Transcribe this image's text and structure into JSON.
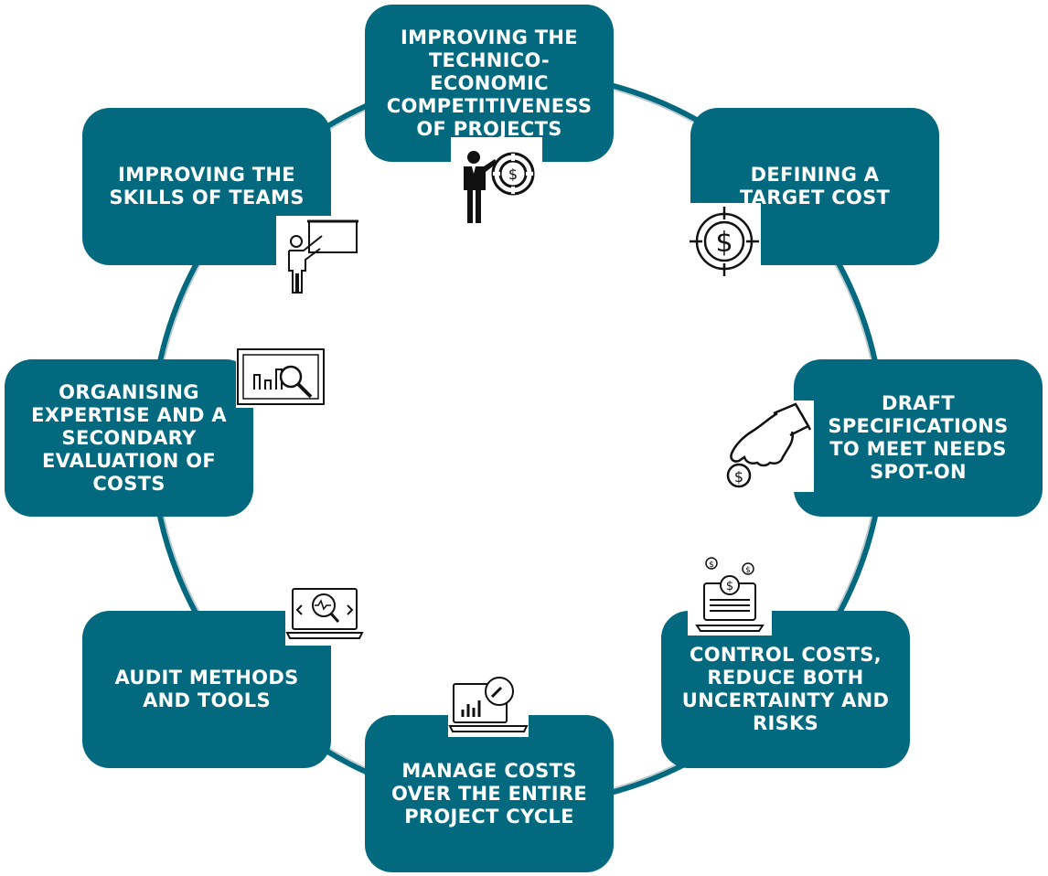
{
  "accent_color": "#02697f",
  "ring_color": "#02697f",
  "steps": [
    {
      "text": "IMPROVING THE\nTECHNICO-\nECONOMIC\nCOMPETITIVENESS\nOF PROJECTS",
      "icon": "presenter-chart-icon"
    },
    {
      "text": "DEFINING A\nTARGET COST",
      "icon": "dollar-target-icon"
    },
    {
      "text": "DRAFT\nSPECIFICATIONS\nTO MEET NEEDS\nSPOT-ON",
      "icon": "hand-coin-icon"
    },
    {
      "text": "CONTROL COSTS,\nREDUCE BOTH\nUNCERTAINTY AND\nRISKS",
      "icon": "laptop-money-icon"
    },
    {
      "text": "MANAGE COSTS\nOVER THE ENTIRE\nPROJECT CYCLE",
      "icon": "laptop-gauge-icon"
    },
    {
      "text": "AUDIT METHODS\nAND TOOLS",
      "icon": "laptop-audit-icon"
    },
    {
      "text": "ORGANISING\nEXPERTISE AND A\nSECONDARY\nEVALUATION OF\nCOSTS",
      "icon": "chart-magnifier-icon"
    },
    {
      "text": "IMPROVING THE\nSKILLS OF TEAMS",
      "icon": "teacher-board-icon"
    }
  ]
}
